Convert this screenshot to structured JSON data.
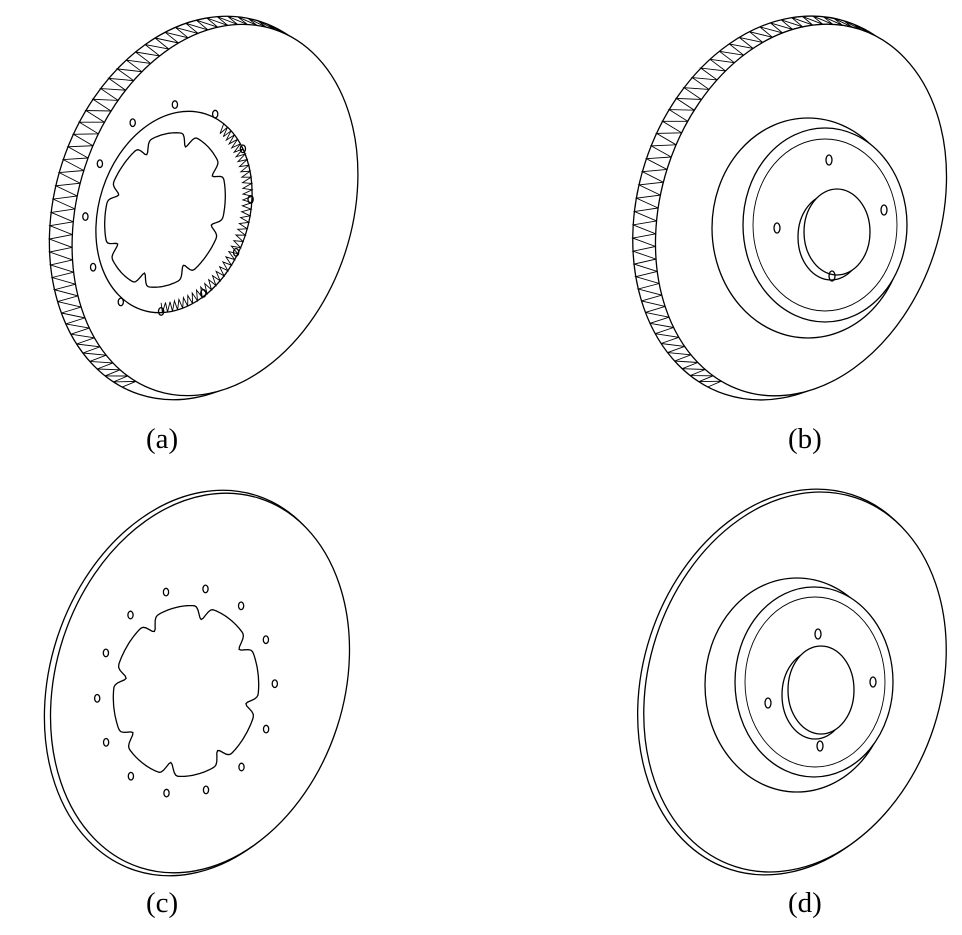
{
  "figure": {
    "panels": [
      {
        "id": "a",
        "caption": "(a)",
        "variant": "vented-rotor-inner-bore",
        "icon": "vented-brake-disc-icon"
      },
      {
        "id": "b",
        "caption": "(b)",
        "variant": "vented-rotor-with-hat",
        "icon": "vented-brake-disc-with-hub-icon"
      },
      {
        "id": "c",
        "caption": "(c)",
        "variant": "solid-rotor-inner-bore",
        "icon": "solid-brake-disc-icon"
      },
      {
        "id": "d",
        "caption": "(d)",
        "variant": "solid-rotor-with-hat",
        "icon": "solid-brake-disc-with-hub-icon"
      }
    ],
    "line_color": "#000000",
    "background": "#ffffff"
  }
}
